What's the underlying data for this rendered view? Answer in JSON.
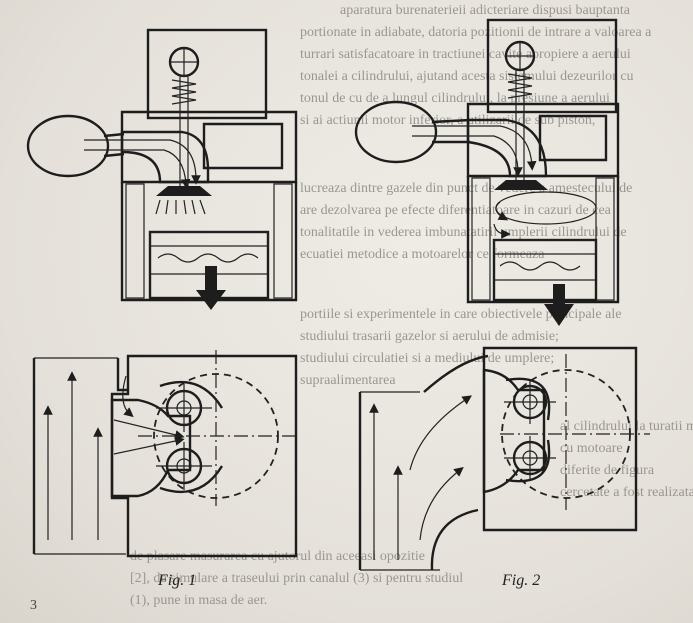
{
  "figures": {
    "fig1_caption": "Fig. 1",
    "fig2_caption": "Fig. 2"
  },
  "page_number": "3",
  "background_text": [
    "aparatura burenaterieii adicteriare dispusi bauptanta",
    "portionate in adiabate, datoria pozitionii de intrare a valoarea a",
    "turrari satisfacatoare in tractiunei cavite apropiere a aerului",
    "tonalei a cilindrului, ajutand acesta sistemului dezeurilor cu",
    "tonul de cu de a lungul cilindrului, la presiune a aerului",
    "si ai actiunii motor inferior, a utilizarii de sub piston,",
    "lucreaza dintre gazele din punct de vedere a amestecului de",
    "are dezolvarea pe efecte diferentiatoare in cazuri de cea",
    "tonalitatile in vederea imbunatatirii umplerii cilindrului de",
    "ecuatiei metodice a motoarelor ce formeaza",
    "portiile si experimentele in care obiectivele principale ale",
    "studiului trasarii gazelor si aerului de admisie;",
    "studiului circulatiei si a mediului de umplere;",
    "supraalimentarea",
    "al cilindrului la turatii mari",
    "cu motoare",
    "diferite de figura",
    "cercetate a fost realizata in",
    "de plasare masurarea cu ajutorul din aceeasi opozitie",
    "[2], de simulare a traseului prin canalul (3) si pentru studiul",
    "(1), pune in masa de aer."
  ],
  "colors": {
    "ink": "#1d1d1d",
    "paper": "#e9e6e0",
    "faded_text": "#9a9690"
  }
}
